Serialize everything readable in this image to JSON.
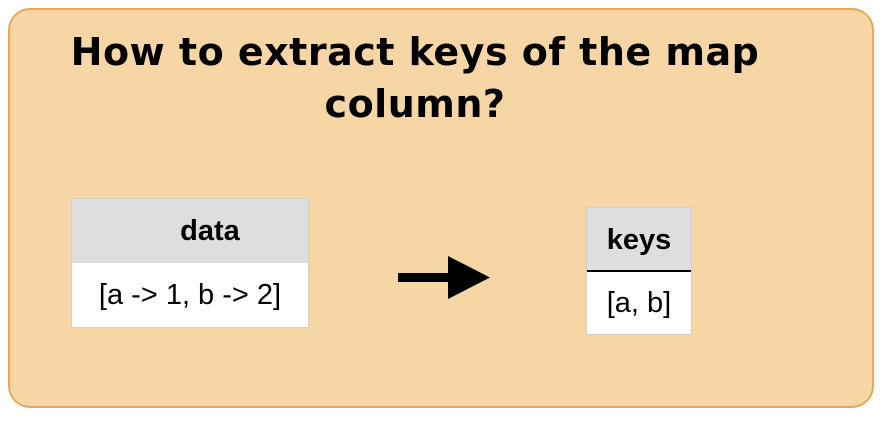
{
  "title": {
    "line1": "How to extract keys of the map",
    "line2": "column?"
  },
  "input_table": {
    "header": "data",
    "value": "[a -> 1, b -> 2]"
  },
  "output_table": {
    "header": "keys",
    "value": "[a, b]"
  },
  "arrow": {
    "icon": "right-arrow-icon"
  },
  "colors": {
    "background": "#f7d6a6",
    "border": "#e8a85a",
    "table_header": "#dedede"
  }
}
